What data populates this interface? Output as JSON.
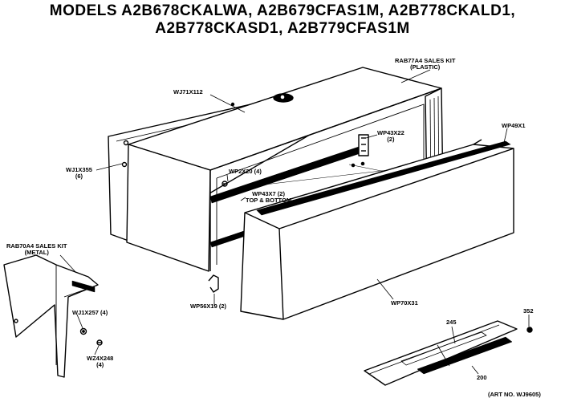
{
  "title": {
    "line1": "MODELS A2B678CKALWA, A2B679CFAS1M, A2B778CKALD1,",
    "line2": "A2B778CKASD1, A2B779CFAS1M"
  },
  "parts": {
    "sales_kit_plastic": {
      "line1": "RAB77A4 SALES KIT",
      "line2": "(PLASTIC)"
    },
    "wj71x112": {
      "line1": "WJ71X112"
    },
    "wp43x22": {
      "line1": "WP43X22",
      "line2": "(2)"
    },
    "wp49x1": {
      "line1": "WP49X1"
    },
    "wj1x355": {
      "line1": "WJ1X355",
      "line2": "(6)"
    },
    "wp2x20": {
      "line1": "WP2X20 (4)"
    },
    "wp43x7": {
      "line1": "WP43X7 (2)",
      "line2": "TOP & BOTTOM"
    },
    "sales_kit_metal": {
      "line1": "RAB70A4 SALES KIT",
      "line2": "(METAL)"
    },
    "wj1x257": {
      "line1": "WJ1X257 (4)"
    },
    "wz4x248": {
      "line1": "WZ4X248",
      "line2": "(4)"
    },
    "wp56x19": {
      "line1": "WP56X19 (2)"
    },
    "wp70x31": {
      "line1": "WP70X31"
    },
    "n352": {
      "line1": "352"
    },
    "n245": {
      "line1": "245"
    },
    "n200": {
      "line1": "200"
    }
  },
  "art_no": "(ART NO. WJ9605)"
}
